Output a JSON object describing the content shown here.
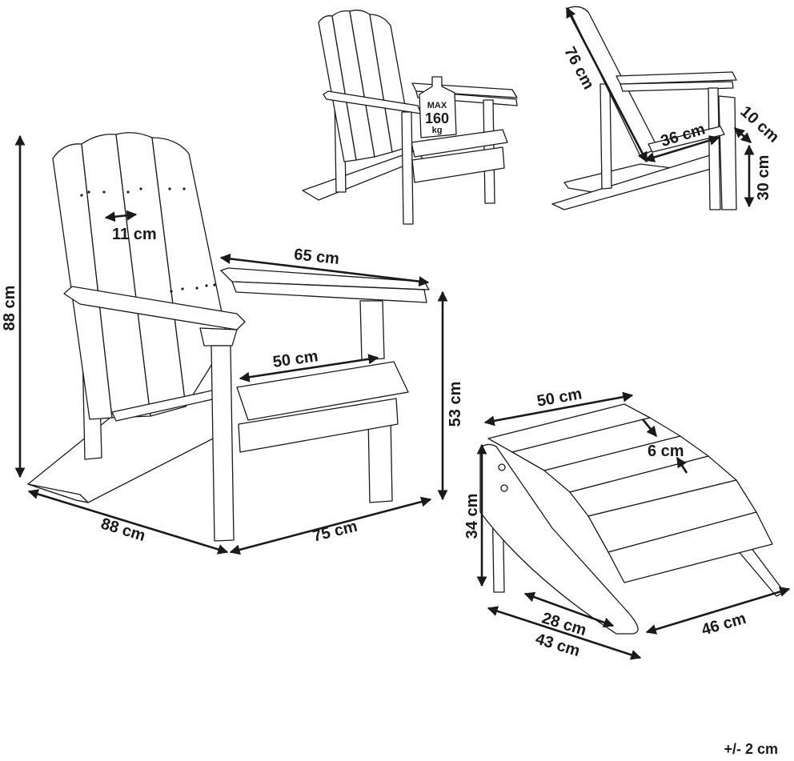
{
  "badge": {
    "line1": "MAX",
    "line2": "160",
    "line3": "kg"
  },
  "dimensions": {
    "chair_height": "88 cm",
    "slat_width": "11 cm",
    "armrest_width": "65 cm",
    "seat_width": "50 cm",
    "arm_height": "53 cm",
    "chair_depth": "88 cm",
    "chair_width": "75 cm",
    "back_length": "76 cm",
    "seat_depth": "36 cm",
    "arm_gap": "10 cm",
    "seat_height": "30 cm",
    "stool_width": "50 cm",
    "stool_slat": "6 cm",
    "stool_height": "34 cm",
    "stool_inner": "28 cm",
    "stool_base": "43 cm",
    "stool_depth": "46 cm"
  },
  "tolerance": "+/- 2 cm"
}
